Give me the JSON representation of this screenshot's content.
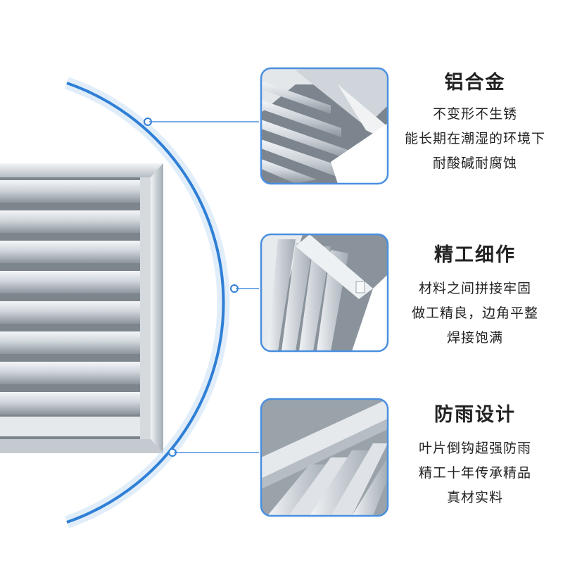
{
  "features": [
    {
      "title": "铝合金",
      "lines": [
        "不变形不生锈",
        "能长期在潮湿的环境下",
        "耐酸碱耐腐蚀"
      ],
      "photo_icon": "aluminum-corner-photo"
    },
    {
      "title": "精工细作",
      "lines": [
        "材料之间拼接牢固",
        "做工精良，边角平整",
        "焊接饱满"
      ],
      "photo_icon": "joint-detail-photo"
    },
    {
      "title": "防雨设计",
      "lines": [
        "叶片倒钩超强防雨",
        "精工十年传承精品",
        "真材实料"
      ],
      "photo_icon": "louver-blades-photo"
    }
  ],
  "colors": {
    "accent_blue": "#4a8fe0",
    "arc_blue": "#2f7fd6"
  }
}
